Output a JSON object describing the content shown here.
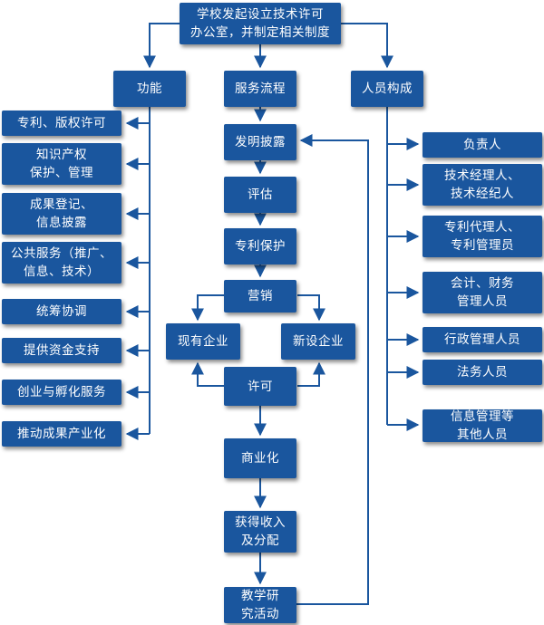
{
  "root": "学校发起设立技术许可\n办公室，并制定相关制度",
  "branches": {
    "function": "功能",
    "process": "服务流程",
    "personnel": "人员构成"
  },
  "functions": [
    "专利、版权许可",
    "知识产权\n保护、管理",
    "成果登记、\n信息披露",
    "公共服务（推广、\n信息、技术）",
    "统筹协调",
    "提供资金支持",
    "创业与孵化服务",
    "推动成果产业化"
  ],
  "process": {
    "disclosure": "发明披露",
    "evaluation": "评估",
    "patent": "专利保护",
    "marketing": "营销",
    "existing": "现有企业",
    "new": "新设企业",
    "license": "许可",
    "commercialization": "商业化",
    "income": "获得收入\n及分配",
    "research": "教学研\n究活动"
  },
  "personnel": [
    "负责人",
    "技术经理人、\n技术经纪人",
    "专利代理人、\n专利管理员",
    "会计、财务\n管理人员",
    "行政管理人员",
    "法务人员",
    "信息管理等\n其他人员"
  ],
  "colors": {
    "box": "#1a569e",
    "line": "#1a569e",
    "text": "#ffffff"
  }
}
